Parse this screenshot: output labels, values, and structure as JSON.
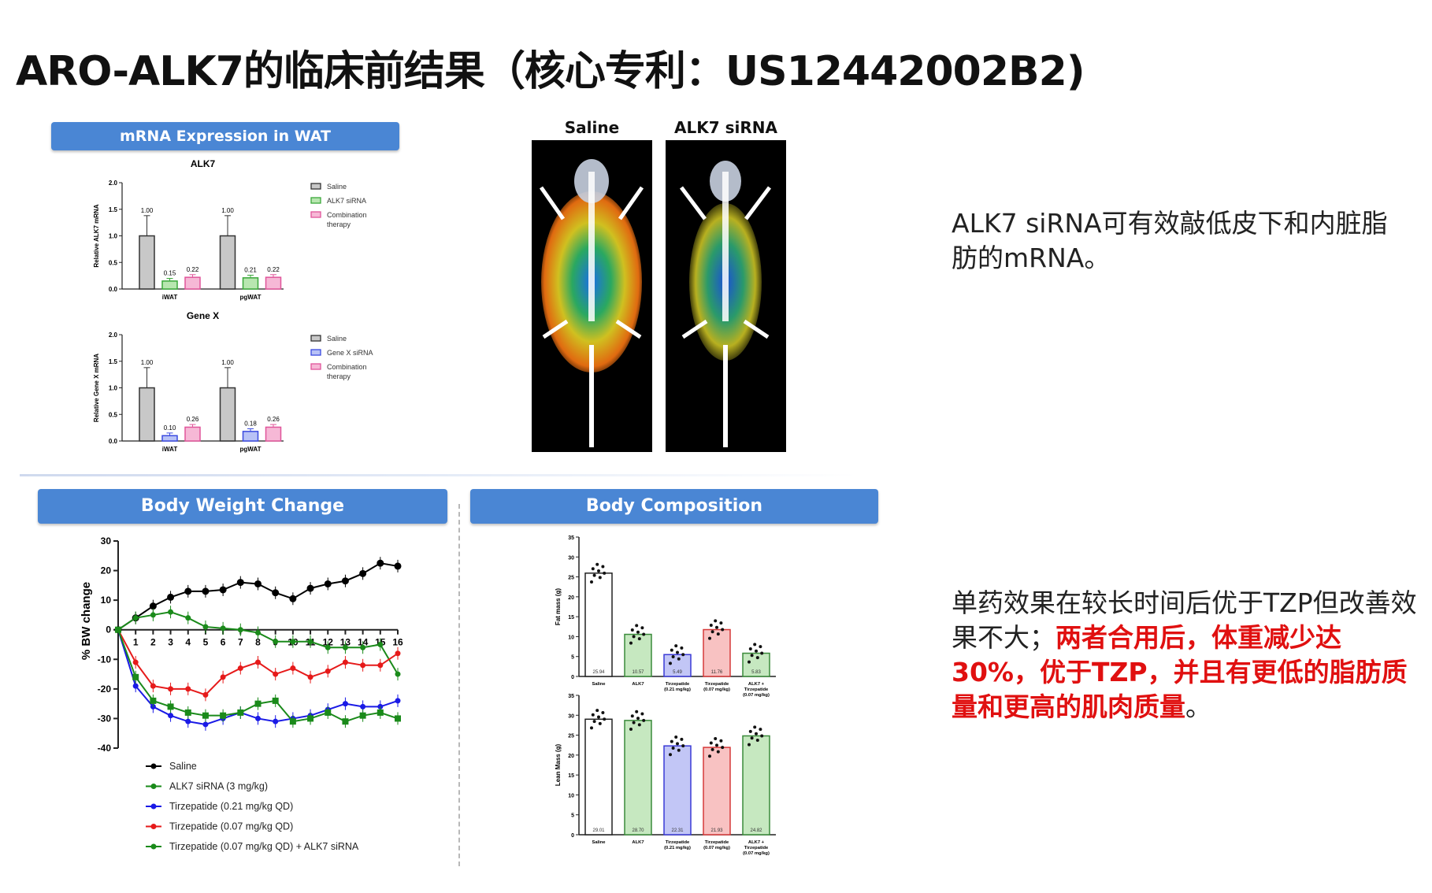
{
  "title": "ARO-ALK7的临床前结果（核心专利：US12442002B2)",
  "banners": {
    "mrna": "mRNA Expression in WAT",
    "bw": "Body Weight Change",
    "comp": "Body Composition"
  },
  "images": {
    "saline": "Saline",
    "alk7": "ALK7 siRNA"
  },
  "text1": "ALK7 siRNA可有效敲低皮下和内脏脂肪的mRNA。",
  "text2": {
    "part1": "单药效果在较长时间后优于TZP但改善效果不大；",
    "part2": "两者合用后，体重减少达30%，优于TZP，并且有更低的脂肪质量和更高的肌肉质量",
    "part3": "。"
  },
  "colors": {
    "banner": "#4a86d4",
    "saline": "#000000",
    "alk7": "#1a8a1a",
    "tzp021": "#1a1ae6",
    "tzp007": "#e61a1a",
    "combo": "#1a8a1a",
    "highlight": "#e01010"
  },
  "chart_data": [
    {
      "type": "bar",
      "title": "ALK7",
      "ylabel": "Relative ALK7 mRNA",
      "categories": [
        "iWAT",
        "pgWAT"
      ],
      "ylim": [
        0,
        2.0
      ],
      "yticks": [
        "0.0",
        "0.5",
        "1.0",
        "1.5",
        "2.0"
      ],
      "series": [
        {
          "name": "Saline",
          "values": [
            1.0,
            1.0
          ],
          "labels": [
            "1.00",
            "1.00"
          ],
          "color": "#c8c8c8",
          "stroke": "#333333"
        },
        {
          "name": "ALK7 siRNA",
          "values": [
            0.15,
            0.21
          ],
          "labels": [
            "0.15",
            "0.21"
          ],
          "color": "#b8e6b0",
          "stroke": "#3aa83a"
        },
        {
          "name": "Combination therapy",
          "values": [
            0.22,
            0.22
          ],
          "labels": [
            "0.22",
            "0.22"
          ],
          "color": "#f6b8d6",
          "stroke": "#e0559a"
        }
      ],
      "legend": [
        "Saline",
        "ALK7 siRNA",
        "Combination",
        "therapy"
      ]
    },
    {
      "type": "bar",
      "title": "Gene X",
      "ylabel": "Relative Gene X mRNA",
      "categories": [
        "iWAT",
        "pgWAT"
      ],
      "ylim": [
        0,
        2.0
      ],
      "yticks": [
        "0.0",
        "0.5",
        "1.0",
        "1.5",
        "2.0"
      ],
      "series": [
        {
          "name": "Saline",
          "values": [
            1.0,
            1.0
          ],
          "labels": [
            "1.00",
            "1.00"
          ],
          "color": "#c8c8c8",
          "stroke": "#333333"
        },
        {
          "name": "Gene X siRNA",
          "values": [
            0.1,
            0.18
          ],
          "labels": [
            "0.10",
            "0.18"
          ],
          "color": "#b8c2f6",
          "stroke": "#3a4ae0"
        },
        {
          "name": "Combination therapy",
          "values": [
            0.26,
            0.26
          ],
          "labels": [
            "0.26",
            "0.26"
          ],
          "color": "#f6b8d6",
          "stroke": "#e0559a"
        }
      ],
      "legend": [
        "Saline",
        "Gene X siRNA",
        "Combination",
        "therapy"
      ]
    },
    {
      "type": "line",
      "title": "",
      "ylabel": "% BW change",
      "x": [
        0,
        1,
        2,
        3,
        4,
        5,
        6,
        7,
        8,
        9,
        10,
        11,
        12,
        13,
        14,
        15,
        16
      ],
      "xticks": [
        "1",
        "2",
        "3",
        "4",
        "5",
        "6",
        "7",
        "8",
        "9",
        "10",
        "11",
        "12",
        "13",
        "14",
        "15",
        "16"
      ],
      "ylim": [
        -40,
        30
      ],
      "yticks": [
        "30",
        "20",
        "10",
        "0",
        "-10",
        "-20",
        "-30",
        "-40"
      ],
      "series": [
        {
          "name": "Saline",
          "color": "#000000",
          "values": [
            0,
            4,
            8,
            11,
            13,
            13,
            13.5,
            16,
            15.5,
            12.5,
            10.5,
            14,
            15.5,
            16.5,
            19,
            22.5,
            21.5
          ]
        },
        {
          "name": "ALK7 siRNA (3 mg/kg)",
          "color": "#1a8a1a",
          "values": [
            0,
            4,
            5,
            6,
            4,
            1,
            0.5,
            0,
            -1,
            -4,
            -4,
            -4,
            -6,
            -6,
            -6,
            -5,
            -15
          ]
        },
        {
          "name": "Tirzepatide (0.21 mg/kg QD)",
          "color": "#1a1ae6",
          "values": [
            0,
            -19,
            -26,
            -29,
            -31,
            -32,
            -30,
            -28,
            -30,
            -31,
            -30,
            -29,
            -27,
            -25,
            -26,
            -26,
            -24
          ]
        },
        {
          "name": "Tirzepatide (0.07 mg/kg QD)",
          "color": "#e61a1a",
          "values": [
            0,
            -11,
            -19,
            -20,
            -20,
            -22,
            -16,
            -13,
            -11,
            -15,
            -13,
            -16,
            -14,
            -11,
            -12,
            -12,
            -8
          ]
        },
        {
          "name": "Tirzepatide (0.07 mg/kg QD) + ALK7 siRNA",
          "color": "#1a8a1a",
          "values": [
            0,
            -16,
            -24,
            -26,
            -28,
            -29,
            -29,
            -28,
            -25,
            -24,
            -31,
            -30,
            -28,
            -31,
            -29,
            -28,
            -30
          ]
        }
      ]
    },
    {
      "type": "bar",
      "title": "",
      "ylabel": "Fat mass (g)",
      "categories": [
        "Saline",
        "ALK7",
        "Tirzepatide (0.21 mg/kg)",
        "Tirzepatide (0.07 mg/kg)",
        "ALK7 + Tirzepatide (0.07 mg/kg)"
      ],
      "ylim": [
        0,
        35
      ],
      "yticks": [
        "0",
        "5",
        "10",
        "15",
        "20",
        "25",
        "30",
        "35"
      ],
      "values": [
        25.94,
        10.57,
        5.49,
        11.76,
        5.83
      ],
      "labels": [
        "25.94",
        "10.57",
        "5.49",
        "11.76",
        "5.83"
      ],
      "colors": [
        "#ffffff",
        "#c6e8c0",
        "#c2c6f6",
        "#f8c2c2",
        "#c6e8c0"
      ]
    },
    {
      "type": "bar",
      "title": "",
      "ylabel": "Lean Mass (g)",
      "categories": [
        "Saline",
        "ALK7",
        "Tirzepatide (0.21 mg/kg)",
        "Tirzepatide (0.07 mg/kg)",
        "ALK7 + Tirzepatide (0.07 mg/kg)"
      ],
      "ylim": [
        0,
        35
      ],
      "yticks": [
        "0",
        "5",
        "10",
        "15",
        "20",
        "25",
        "30",
        "35"
      ],
      "values": [
        29.01,
        28.7,
        22.31,
        21.93,
        24.82
      ],
      "labels": [
        "29.01",
        "28.70",
        "22.31",
        "21.93",
        "24.82"
      ],
      "colors": [
        "#ffffff",
        "#c6e8c0",
        "#c2c6f6",
        "#f8c2c2",
        "#c6e8c0"
      ]
    }
  ]
}
